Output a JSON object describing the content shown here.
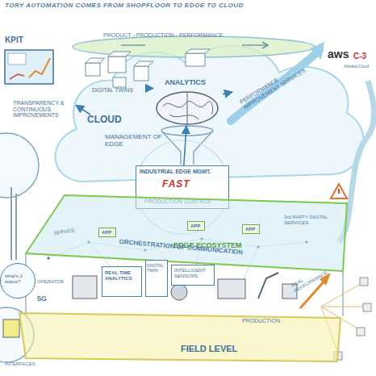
{
  "diagram": {
    "title": "TORY AUTOMATION COMES FROM SHOPFLOOR TO EDGE TO CLOUD",
    "nodes": [
      {
        "text": [
          "KPIT",
          "TRANSPARENCY & CONTINUOUS IMPROVEMENTS"
        ]
      },
      {
        "text": [
          "DIGITAL TWINS"
        ]
      },
      {
        "text": [
          "ANALYTICS"
        ]
      },
      {
        "text": [
          "PERFORMANCE IMPROVEMENT SERVICES"
        ]
      },
      {
        "text": [
          "CLOUD",
          "MANAGEMENT OF EDGE"
        ]
      },
      {
        "text": [
          "INDUSTRIAL EDGE MGMT.",
          "FAST",
          "PRODUCTION CONTROL"
        ]
      },
      {
        "text": [
          "EDGE ECOSYSTEM"
        ]
      },
      {
        "text": [
          "REAL TIME ANALYTICS"
        ],
        "in": 6
      },
      {
        "text": [
          "DIGITAL TWIN"
        ],
        "in": 6
      },
      {
        "text": [
          "INTELLIGENT SENSORS"
        ],
        "in": 6
      },
      {
        "text": [
          "APP"
        ],
        "in": 6
      },
      {
        "text": [
          "APP"
        ],
        "in": 6
      },
      {
        "text": [
          "APP"
        ],
        "in": 6
      },
      {
        "text": [
          "FIELD LEVEL"
        ]
      },
      {
        "text": [
          "what's 2 status?"
        ]
      }
    ],
    "edges": [
      {
        "from": 5,
        "to": 2,
        "arrow": "to"
      },
      {
        "from": 2,
        "to": 1,
        "arrow": "to"
      },
      {
        "from": 2,
        "to": 3,
        "arrow": "to"
      },
      {
        "from": 4,
        "to": 0,
        "arrow": "to"
      }
    ],
    "labels": [
      "PRODUCT - PRODUCTION - PERFORMANCE",
      "SERVICE",
      "ORCHESTRATION OF COMMUNICATION",
      "3rd PARTY DIGITAL SERVICES",
      "OPERATOR",
      "REAL PERFORMANCE",
      "PRODUCTION",
      "INTERFACES",
      "aws",
      "C-3",
      "Alibaba Cloud",
      "5G"
    ]
  }
}
